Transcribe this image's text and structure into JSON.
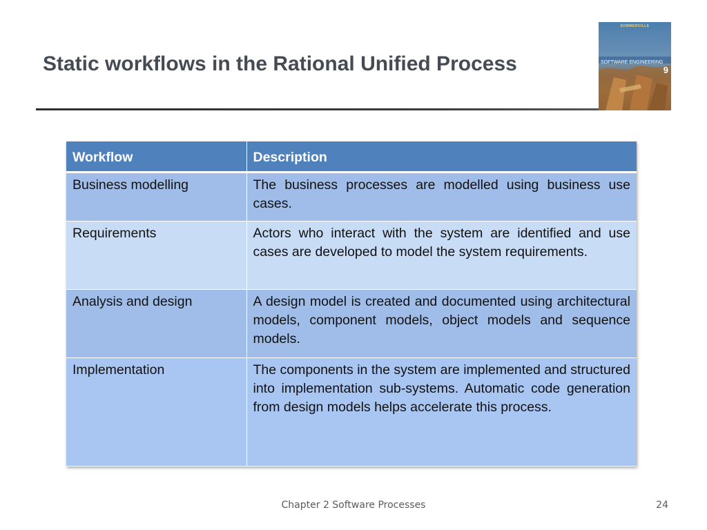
{
  "slide": {
    "title": "Static workflows in the Rational Unified Process"
  },
  "book_cover": {
    "author": "SOMMERVILLE",
    "title": "SOFTWARE ENGINEERING",
    "edition": "9"
  },
  "table": {
    "headers": [
      "Workflow",
      "Description"
    ],
    "rows": [
      {
        "workflow": "Business modelling",
        "description": "The business processes are modelled using business use cases."
      },
      {
        "workflow": "Requirements",
        "description": "Actors who interact with the system are identified and use cases are developed to model the system requirements."
      },
      {
        "workflow": "Analysis and design",
        "description": "A design model is created and documented using architectural models, component models, object models and sequence models."
      },
      {
        "workflow": "Implementation",
        "description": "The components in the system are implemented and structured into implementation sub-systems. Automatic code generation from design models helps accelerate this process."
      }
    ]
  },
  "footer": {
    "chapter": "Chapter 2 Software Processes",
    "page_number": "24"
  },
  "colors": {
    "header_bg": "#4f81bd",
    "row_dark": "#9fbde8",
    "row_light": "#c9dcf6",
    "title_text": "#454a53"
  }
}
